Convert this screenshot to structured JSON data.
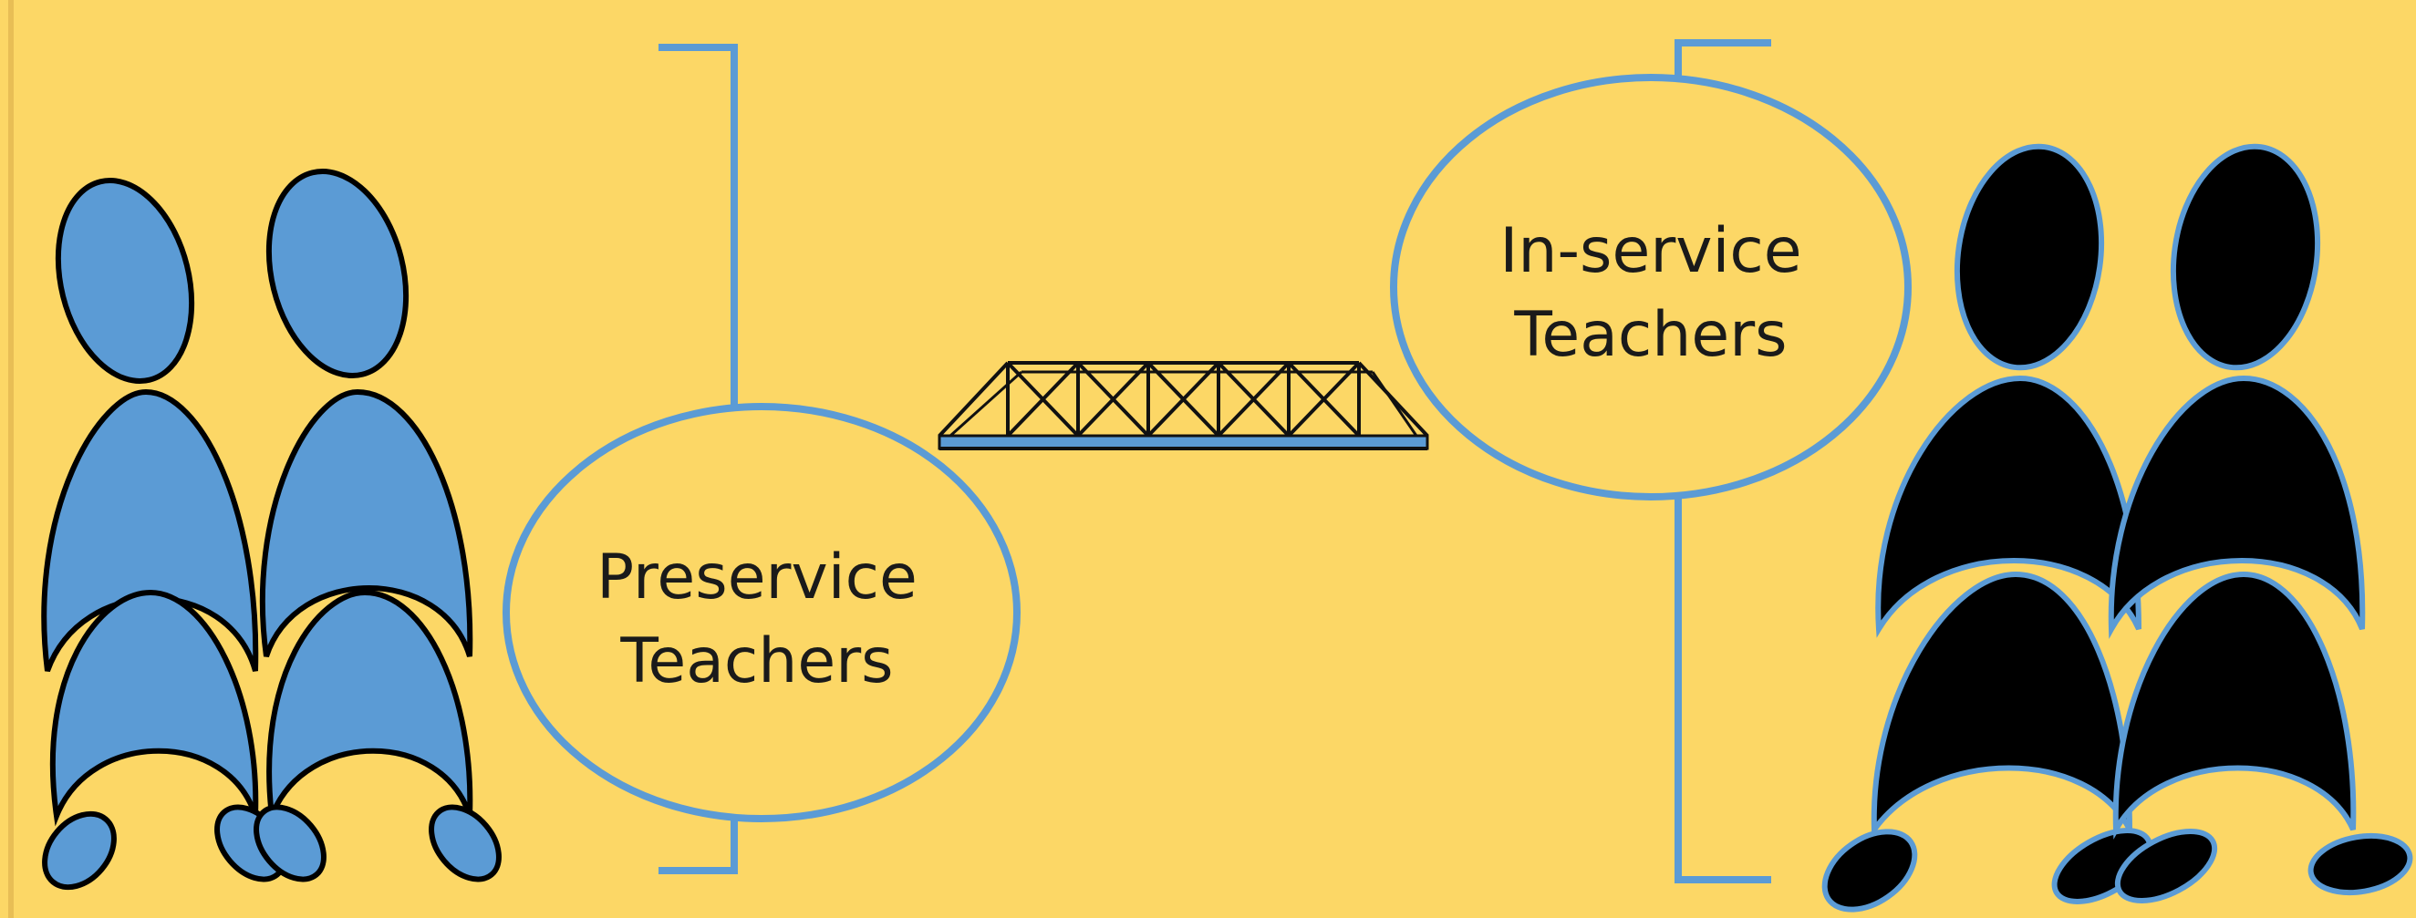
{
  "background_color": "#FCD766",
  "accent_color": "#5B9BD5",
  "preservice": {
    "line1": "Preservice",
    "line2": "Teachers",
    "figure_fill": "#5B9BD5",
    "figure_stroke": "#000000"
  },
  "inservice": {
    "line1": "In-service",
    "line2": "Teachers",
    "figure_fill": "#000000",
    "figure_stroke": "#5B9BD5"
  },
  "connector_icon": "truss-bridge-icon"
}
